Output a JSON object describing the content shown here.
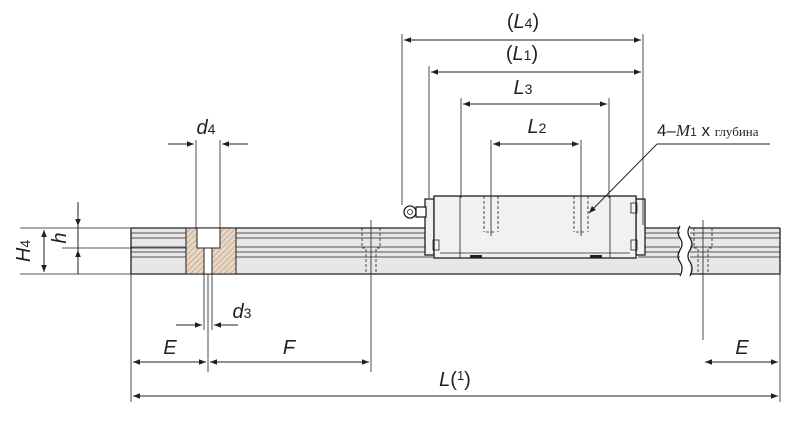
{
  "colors": {
    "line": "#231f20",
    "rail_fill": "#e7e7e8",
    "block_fill": "#f1f1f2",
    "hatch": "#c9a98c"
  },
  "labels": {
    "L4": {
      "sym": "L",
      "sub": "4",
      "prefix": "(",
      "suffix": ")"
    },
    "L1": {
      "sym": "L",
      "sub": "1",
      "prefix": "(",
      "suffix": ")"
    },
    "L3": {
      "sym": "L",
      "sub": "3"
    },
    "L2": {
      "sym": "L",
      "sub": "2"
    },
    "M1": {
      "prefix": "4–",
      "sym": "M",
      "sub": "1",
      "mid": " x ",
      "word": "глубина"
    },
    "d4": {
      "sym": "d",
      "sub": "4"
    },
    "d3": {
      "sym": "d",
      "sub": "3"
    },
    "H4": {
      "sym": "H",
      "sub": "4"
    },
    "h": {
      "sym": "h"
    },
    "E_left": "E",
    "E_right": "E",
    "F": "F",
    "L": {
      "sym": "L",
      "prefix": "",
      "open": "(",
      "sup": "1",
      "close": ")"
    }
  }
}
